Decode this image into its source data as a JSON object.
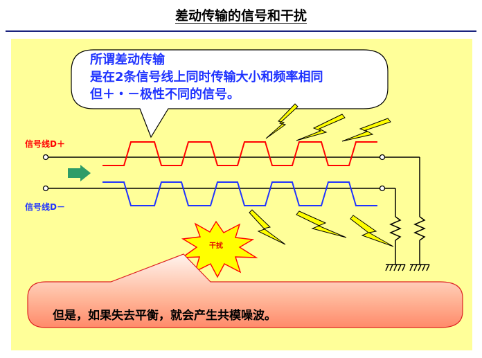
{
  "title": "差动传输的信号和干扰",
  "callout": {
    "line1": "所谓差动传输",
    "line2": "是在2条信号线上同时传输大小和频率相同",
    "line3": "但＋・－极性不同的信号。"
  },
  "labels": {
    "d_plus": "信号线D＋",
    "d_minus": "信号线D－",
    "noise": "干扰"
  },
  "bottom_note": "但是，如果失去平衡，就会产生共模噪波。",
  "colors": {
    "panel": "#ffff99",
    "accent_blue": "#1f33ff",
    "signal_red": "#ff0000",
    "lightning": "#ffff00",
    "arrow": "#2e9c68"
  }
}
